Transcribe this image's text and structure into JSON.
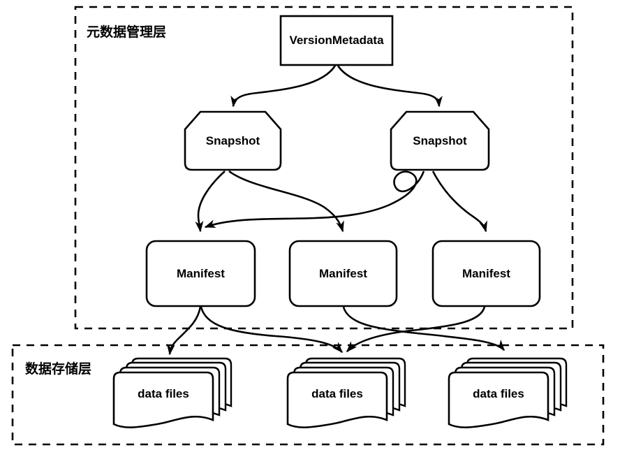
{
  "diagram": {
    "background_color": "#ffffff",
    "stroke_color": "#000000",
    "layers": {
      "metadata": {
        "label": "元数据管理层"
      },
      "storage": {
        "label": "数据存储层"
      }
    },
    "nodes": {
      "version_metadata": {
        "label": "VersionMetadata",
        "shape": "rectangle"
      },
      "snapshot_left": {
        "label": "Snapshot",
        "shape": "card"
      },
      "snapshot_right": {
        "label": "Snapshot",
        "shape": "card"
      },
      "manifest_left": {
        "label": "Manifest",
        "shape": "rounded-rectangle"
      },
      "manifest_middle": {
        "label": "Manifest",
        "shape": "rounded-rectangle"
      },
      "manifest_right": {
        "label": "Manifest",
        "shape": "rounded-rectangle"
      },
      "datafiles_left": {
        "label": "data files",
        "shape": "document-stack"
      },
      "datafiles_middle": {
        "label": "data files",
        "shape": "document-stack"
      },
      "datafiles_right": {
        "label": "data files",
        "shape": "document-stack"
      }
    },
    "edges": [
      {
        "from": "version_metadata",
        "to": "snapshot_left"
      },
      {
        "from": "version_metadata",
        "to": "snapshot_right"
      },
      {
        "from": "snapshot_left",
        "to": "manifest_left"
      },
      {
        "from": "snapshot_left",
        "to": "manifest_middle"
      },
      {
        "from": "snapshot_right",
        "to": "manifest_left"
      },
      {
        "from": "snapshot_right",
        "to": "manifest_right"
      },
      {
        "from": "manifest_left",
        "to": "datafiles_left"
      },
      {
        "from": "manifest_left",
        "to": "datafiles_middle"
      },
      {
        "from": "manifest_middle",
        "to": "datafiles_right"
      },
      {
        "from": "manifest_right",
        "to": "datafiles_middle"
      }
    ]
  }
}
